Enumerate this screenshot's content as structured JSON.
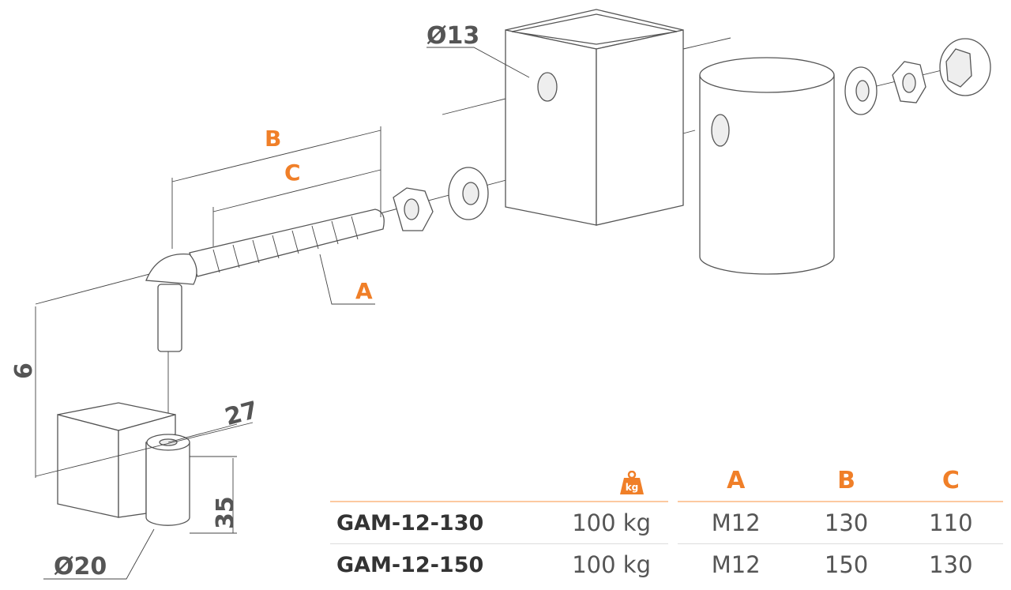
{
  "diagram": {
    "labels": {
      "hole_diameter": "Ø13",
      "dim_b": "B",
      "dim_c": "C",
      "dim_a": "A",
      "height": "6",
      "width": "27",
      "sleeve_height": "35",
      "sleeve_diameter": "Ø20"
    },
    "icons": {
      "weight": "kg"
    },
    "accent_color": "#f07f28"
  },
  "table": {
    "headers": {
      "load_icon": "kg",
      "a": "A",
      "b": "B",
      "c": "C"
    },
    "rows": [
      {
        "model": "GAM-12-130",
        "load": "100 kg",
        "a": "M12",
        "b": "130",
        "c": "110"
      },
      {
        "model": "GAM-12-150",
        "load": "100 kg",
        "a": "M12",
        "b": "150",
        "c": "130"
      }
    ]
  }
}
